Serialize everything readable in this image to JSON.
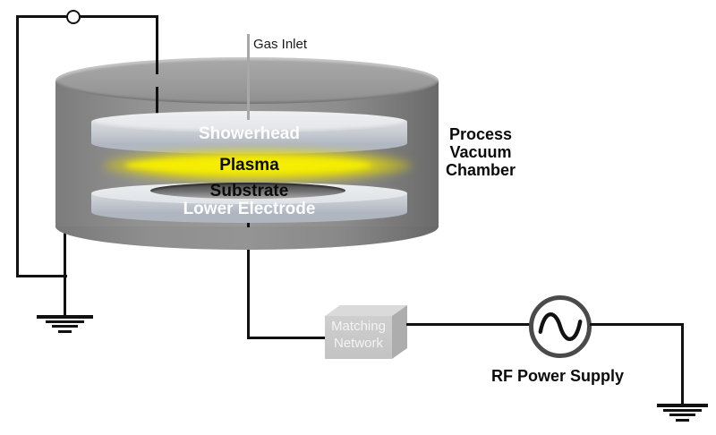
{
  "diagram": {
    "type": "plasma-process-chamber-schematic",
    "labels": {
      "gas_inlet": "Gas Inlet",
      "showerhead": "Showerhead",
      "plasma": "Plasma",
      "substrate": "Substrate",
      "lower_electrode": "Lower Electrode",
      "process_chamber_lines": [
        "Process",
        "Vacuum",
        "Chamber"
      ],
      "matching_network_lines": [
        "Matching",
        "Network"
      ],
      "rf_power_supply": "RF Power Supply"
    },
    "icons": {
      "ac_source": "sine-wave-in-circle",
      "ground": "earth-ground-symbol",
      "terminal_node": "open-circle-terminal"
    },
    "colors": {
      "wire": "#111111",
      "chamber_body_gray": "#8f8f8f",
      "electrode_disk_light": "#dfe2e6",
      "substrate_recess_dark": "#454545",
      "plasma_glow_yellow": "#f2e800",
      "matching_box_gray": "#c9c9c9",
      "text_dark": "#0b0b0b",
      "text_light": "#f5f5f5"
    }
  }
}
